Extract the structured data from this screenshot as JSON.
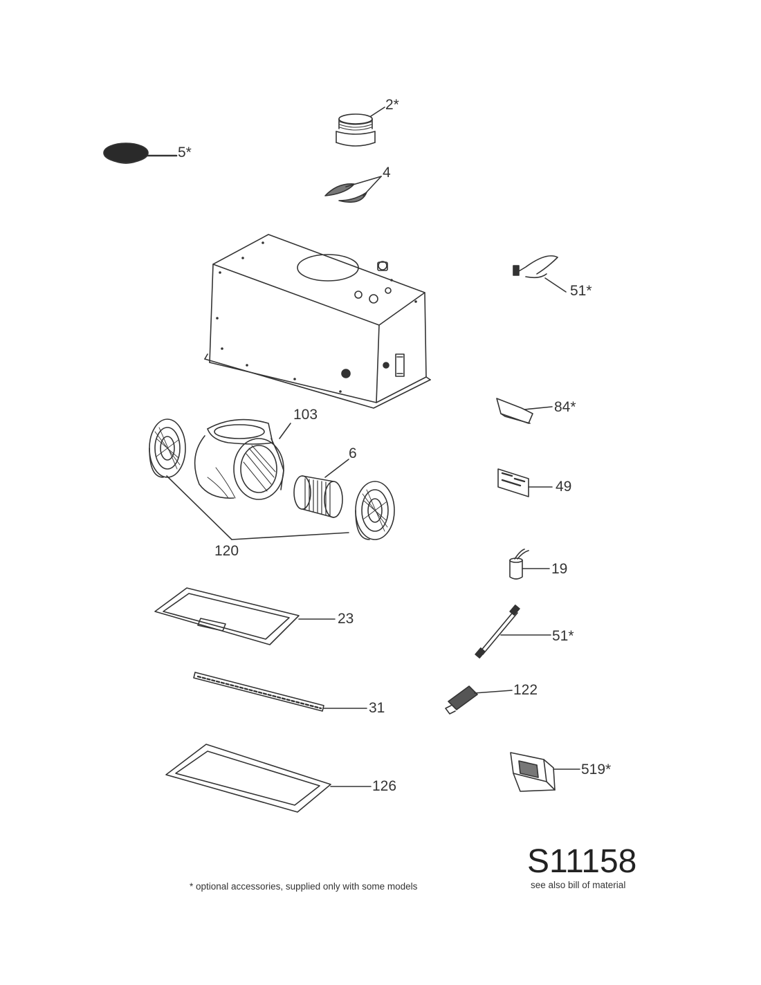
{
  "labels": {
    "p2": "2*",
    "p5": "5*",
    "p4": "4",
    "p51a": "51*",
    "p103": "103",
    "p6": "6",
    "p84": "84*",
    "p49": "49",
    "p120": "120",
    "p19": "19",
    "p23": "23",
    "p51b": "51*",
    "p122": "122",
    "p31": "31",
    "p519": "519*",
    "p126": "126"
  },
  "drawing_code": "S11158",
  "footnote": "* optional accessories, supplied only with some models",
  "see_also": "see also bill of material"
}
